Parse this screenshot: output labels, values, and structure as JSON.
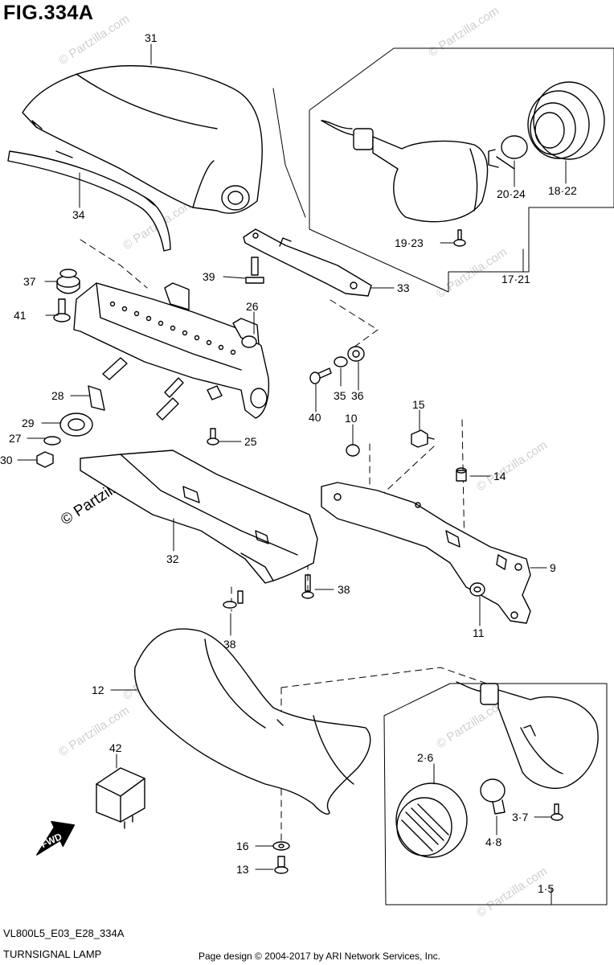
{
  "header": {
    "figure_title": "FIG.334A"
  },
  "footer": {
    "diagram_code": "VL800L5_E03_E28_334A",
    "section_name": "TURNSIGNAL LAMP",
    "credit": "Page design © 2004-2017 by ARI Network Services, Inc."
  },
  "watermark": {
    "brand": "© Partzilla.com"
  },
  "direction_label": "FWD",
  "part_labels": {
    "p31": "31",
    "p34": "34",
    "p37": "37",
    "p41": "41",
    "p39": "39",
    "p26": "26",
    "p33": "33",
    "p28": "28",
    "p29": "29",
    "p27": "27",
    "p30": "30",
    "p25": "25",
    "p32": "32",
    "p38a": "38",
    "p38b": "38",
    "p35": "35",
    "p36": "36",
    "p40": "40",
    "p10": "10",
    "p15": "15",
    "p14": "14",
    "p9": "9",
    "p11": "11",
    "p12": "12",
    "p42": "42",
    "p16": "16",
    "p13": "13",
    "p17_21": "17·21",
    "p18_22": "18·22",
    "p20_24": "20·24",
    "p19_23": "19·23",
    "p2_6": "2·6",
    "p3_7": "3·7",
    "p4_8": "4·8",
    "p1_5": "1·5"
  }
}
